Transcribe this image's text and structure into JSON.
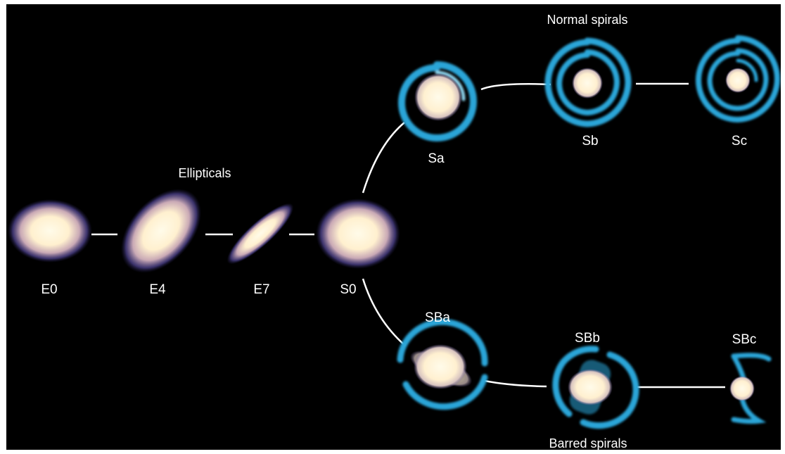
{
  "groups": {
    "ellipticals": "Ellipticals",
    "normal_spirals": "Normal spirals",
    "barred_spirals": "Barred spirals"
  },
  "galaxies": {
    "e0": "E0",
    "e4": "E4",
    "e7": "E7",
    "s0": "S0",
    "sa": "Sa",
    "sb": "Sb",
    "sc": "Sc",
    "sba": "SBa",
    "sbb": "SBb",
    "sbc": "SBc"
  },
  "colors": {
    "background": "#000000",
    "core": "#fff5dc",
    "halo": "#4a3f86",
    "arms": "#2aa5d8",
    "connector": "#ffffff"
  }
}
